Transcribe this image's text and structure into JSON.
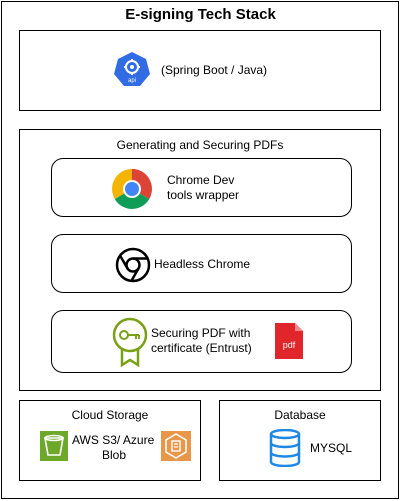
{
  "title": "E-signing Tech Stack",
  "api_box": {
    "icon": "kubernetes-api-icon",
    "label": "(Spring Boot / Java)"
  },
  "pdf_section": {
    "heading": "Generating and Securing PDFs",
    "items": [
      {
        "icon": "chrome-icon",
        "label_line1": "Chrome Dev",
        "label_line2": "tools wrapper"
      },
      {
        "icon": "chrome-outline-icon",
        "label": "Headless Chrome"
      },
      {
        "icon": "certificate-key-icon",
        "label_line1": "Securing PDF with",
        "label_line2": "certificate (Entrust)",
        "badge": "pdf"
      }
    ]
  },
  "storage": {
    "heading": "Cloud Storage",
    "label_line1": "AWS S3/ Azure",
    "label_line2": "Blob"
  },
  "database": {
    "heading": "Database",
    "label": "MYSQL"
  },
  "colors": {
    "api_blue": "#326CE5",
    "chrome_red": "#DB4437",
    "chrome_green": "#0F9D58",
    "chrome_yellow": "#F4B400",
    "chrome_blue": "#4285F4",
    "cert_green": "#7AA116",
    "pdf_red": "#E0262A",
    "s3_green": "#6EA82A",
    "blob_orange": "#E8964A",
    "db_blue": "#1E88E5"
  }
}
